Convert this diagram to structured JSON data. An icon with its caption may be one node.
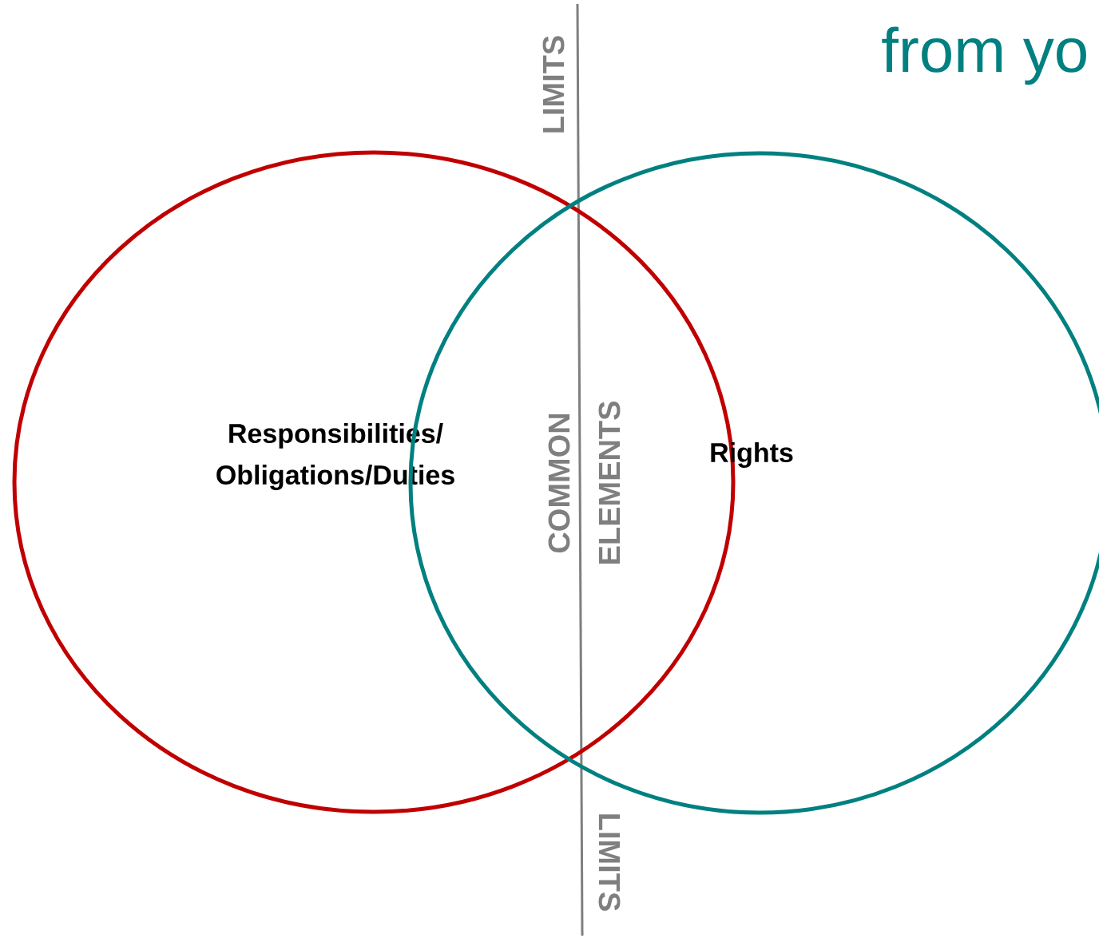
{
  "diagram": {
    "title": "from yo",
    "nodes": [
      {
        "text": [
          "Responsibilities/ Obligations/Duties"
        ]
      },
      {
        "text": [
          "Rights"
        ]
      }
    ],
    "labels": [
      "LIMITS",
      "COMMON",
      "ELEMENTS",
      "LIMITS"
    ]
  }
}
